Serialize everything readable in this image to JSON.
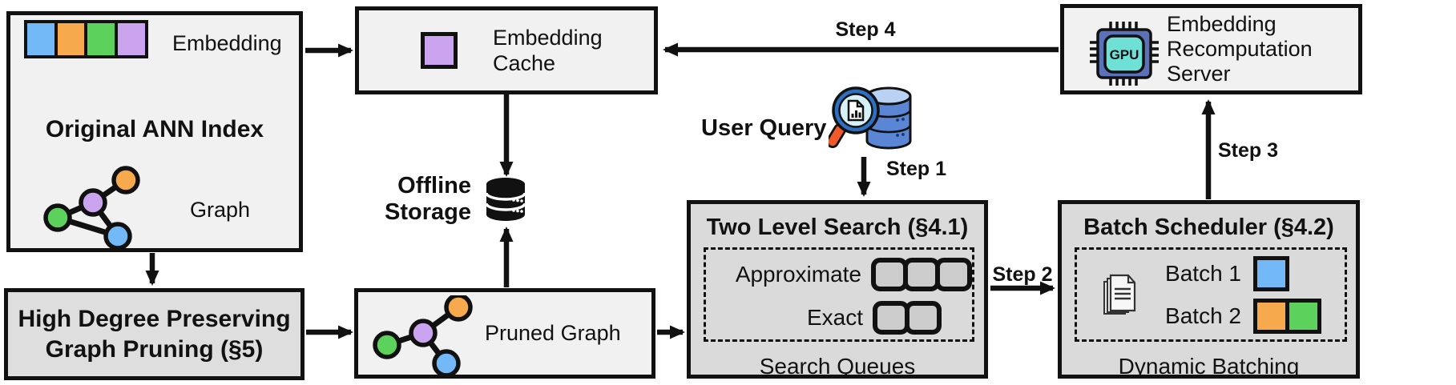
{
  "colors": {
    "blue": "#74b9f7",
    "orange": "#f6a94d",
    "green": "#5cd15c",
    "purple": "#cba4ef",
    "chip_body": "#5b71b8",
    "chip_core": "#6ee0d6",
    "db_blue": "#5b86d6",
    "db_blue_light": "#b9d2f4",
    "magnifier_rim": "#2d6fc1",
    "magnifier_lens": "#d6f1f8",
    "handle_orange": "#f05a28"
  },
  "ann_index": {
    "embedding_label": "Embedding",
    "title": "Original ANN Index",
    "graph_label": "Graph"
  },
  "embedding_cache": {
    "title": "Embedding Cache"
  },
  "recomputation_server": {
    "title": "Embedding Recomputation Server",
    "chip_label": "GPU"
  },
  "offline_storage": {
    "label": "Offline Storage"
  },
  "user_query": {
    "label": "User Query"
  },
  "high_degree_pruning": {
    "title": "High Degree Preserving Graph Pruning (§5)"
  },
  "pruned_graph": {
    "title": "Pruned Graph"
  },
  "two_level_search": {
    "title": "Two Level Search (§4.1)",
    "approximate_label": "Approximate",
    "exact_label": "Exact",
    "footer": "Search Queues"
  },
  "batch_scheduler": {
    "title": "Batch Scheduler (§4.2)",
    "batch1_label": "Batch 1",
    "batch2_label": "Batch 2",
    "footer": "Dynamic Batching"
  },
  "steps": {
    "step1": "Step 1",
    "step2": "Step 2",
    "step3": "Step 3",
    "step4": "Step 4"
  }
}
